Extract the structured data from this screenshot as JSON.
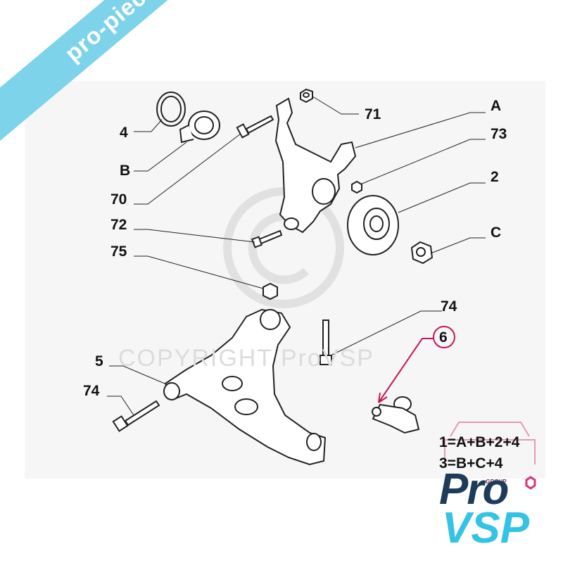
{
  "banner": {
    "text": "pro-piece-vsp.com"
  },
  "watermark": {
    "text": "COPYRIGHT ProVSP"
  },
  "callouts": {
    "c4": "4",
    "cB": "B",
    "c70": "70",
    "c71": "71",
    "cA": "A",
    "c73": "73",
    "c2": "2",
    "cC": "C",
    "c72": "72",
    "c75": "75",
    "c74top": "74",
    "c6": "6",
    "c5": "5",
    "c74left": "74"
  },
  "formulas": {
    "line1": "1=A+B+2+4",
    "line2": "3=B+C+4"
  },
  "logo": {
    "group": "GROUP",
    "pro": "Pro",
    "vsp": "VSP"
  },
  "colors": {
    "banner": "#7dd3ea",
    "highlight": "#c2185b",
    "logo_dark": "#1f3b5a",
    "logo_light": "#34c3e4"
  }
}
